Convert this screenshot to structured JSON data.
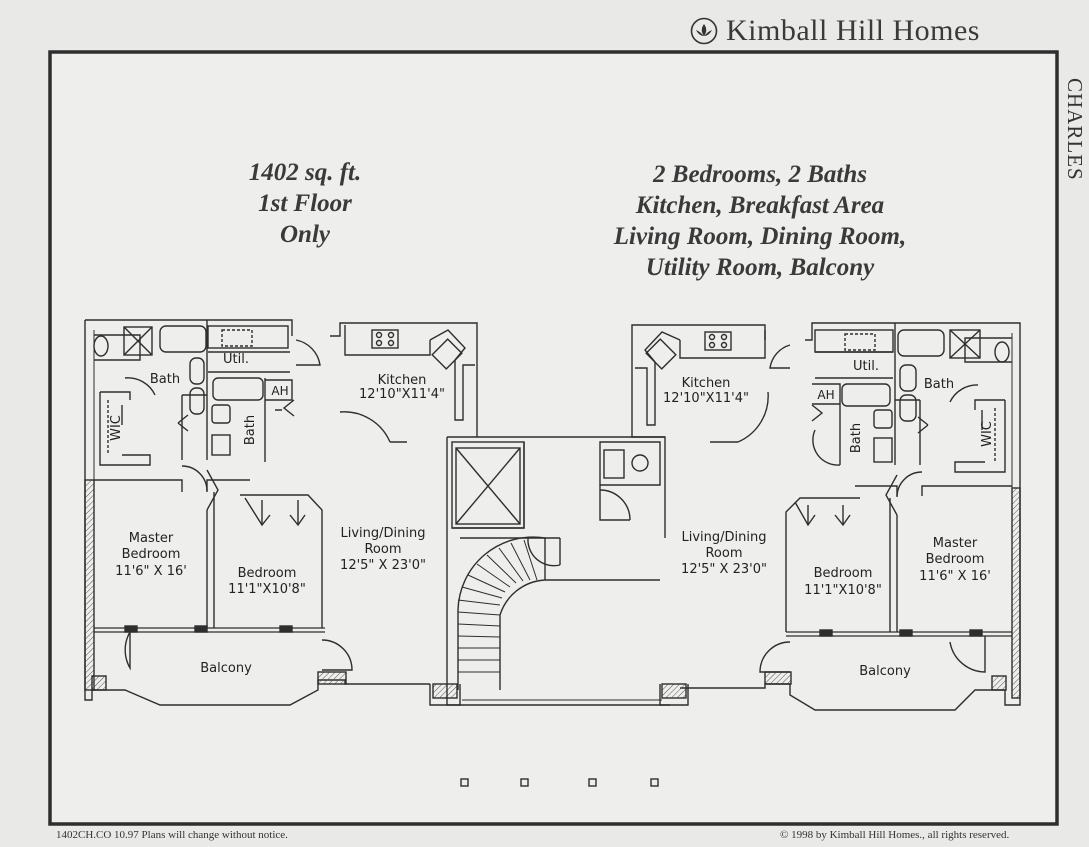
{
  "brand": {
    "name": "Kimball Hill Homes",
    "icon": "lotus-logo-icon"
  },
  "side_label": "CHARLES",
  "heading_left": [
    "1402 sq. ft.",
    "1st Floor",
    "Only"
  ],
  "heading_right": [
    "2 Bedrooms, 2 Baths",
    "Kitchen, Breakfast Area",
    "Living Room, Dining Room,",
    "Utility Room, Balcony"
  ],
  "units": {
    "left": {
      "bath1": "Bath",
      "util": "Util.",
      "ah": "AH",
      "bath2": "Bath",
      "wic": "WIC",
      "kitchen_name": "Kitchen",
      "kitchen_dim": "12'10\"X11'4\"",
      "master_name_1": "Master",
      "master_name_2": "Bedroom",
      "master_dim": "11'6\" X 16'",
      "bedroom_name": "Bedroom",
      "bedroom_dim": "11'1\"X10'8\"",
      "living_name_1": "Living/Dining",
      "living_name_2": "Room",
      "living_dim": "12'5\" X 23'0\"",
      "balcony": "Balcony"
    },
    "right": {
      "bath1": "Bath",
      "util": "Util.",
      "ah": "AH",
      "bath2": "Bath",
      "wic": "WIC",
      "kitchen_name": "Kitchen",
      "kitchen_dim": "12'10\"X11'4\"",
      "master_name_1": "Master",
      "master_name_2": "Bedroom",
      "master_dim": "11'6\" X 16'",
      "bedroom_name": "Bedroom",
      "bedroom_dim": "11'1\"X10'8\"",
      "living_name_1": "Living/Dining",
      "living_name_2": "Room",
      "living_dim": "12'5\" X 23'0\"",
      "balcony": "Balcony"
    }
  },
  "footer": {
    "left": "1402CH.CO  10.97 Plans will change without notice.",
    "right": "© 1998 by Kimball Hill Homes., all rights reserved."
  },
  "colors": {
    "paper": "#e9e9e7",
    "sheet": "#eeeeec",
    "line": "#2e2e2e",
    "text": "#3a3a3a"
  }
}
